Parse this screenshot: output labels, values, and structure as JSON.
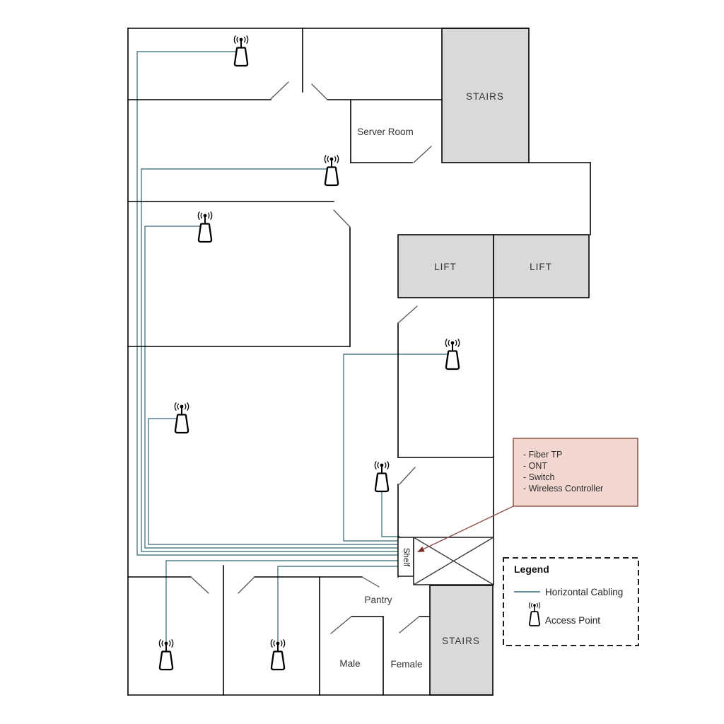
{
  "colors": {
    "wall": "#000000",
    "door": "#555555",
    "cable": "#2e6674",
    "room_fill": "#d9d9d9",
    "annotation_fill": "#f1d7d0",
    "annotation_border": "#8a4a44",
    "arrow": "#8a5048",
    "arrow_head": "#7b2d26"
  },
  "rooms": {
    "server_room": "Server Room",
    "stairs_top": "STAIRS",
    "lift_left": "LIFT",
    "lift_right": "LIFT",
    "shelf": "Shelf",
    "pantry": "Pantry",
    "male": "Male",
    "female": "Female",
    "stairs_bottom": "STAIRS"
  },
  "annotation": {
    "lines": [
      "- Fiber TP",
      "- ONT",
      "- Switch",
      "- Wireless Controller"
    ]
  },
  "legend": {
    "title": "Legend",
    "horizontal_cabling_label": "Horizontal Cabling",
    "access_point_label": "Access Point"
  }
}
